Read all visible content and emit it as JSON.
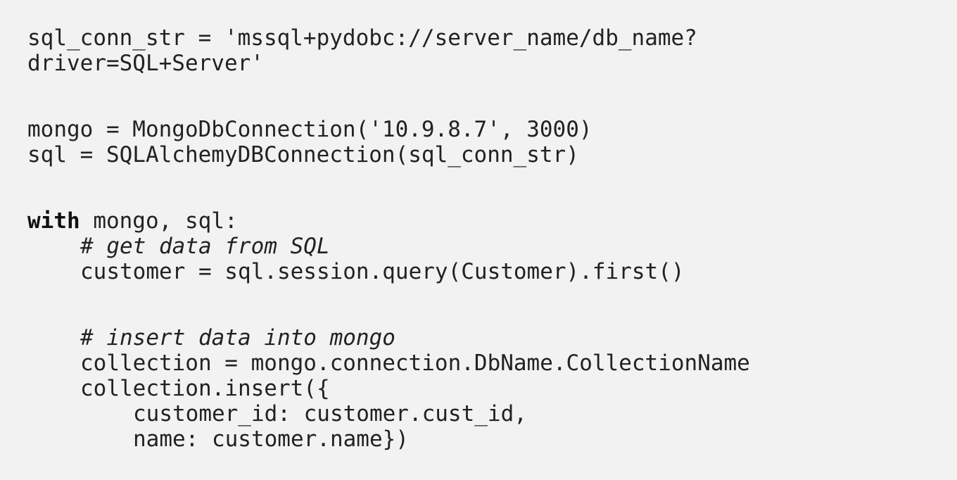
{
  "code": {
    "line1": "sql_conn_str = 'mssql+pydobc://server_name/db_name?",
    "line2": "driver=SQL+Server'",
    "line3": "mongo = MongoDbConnection('10.9.8.7', 3000)",
    "line4": "sql = SQLAlchemyDBConnection(sql_conn_str)",
    "line5_keyword": "with",
    "line5_rest": " mongo, sql:",
    "line6_comment": "# get data from SQL",
    "line7": "customer = sql.session.query(Customer).first()",
    "line8_comment": "# insert data into mongo",
    "line9": "collection = mongo.connection.DbName.CollectionName",
    "line10": "collection.insert({",
    "line11": "customer_id: customer.cust_id,",
    "line12": "name: customer.name})"
  }
}
